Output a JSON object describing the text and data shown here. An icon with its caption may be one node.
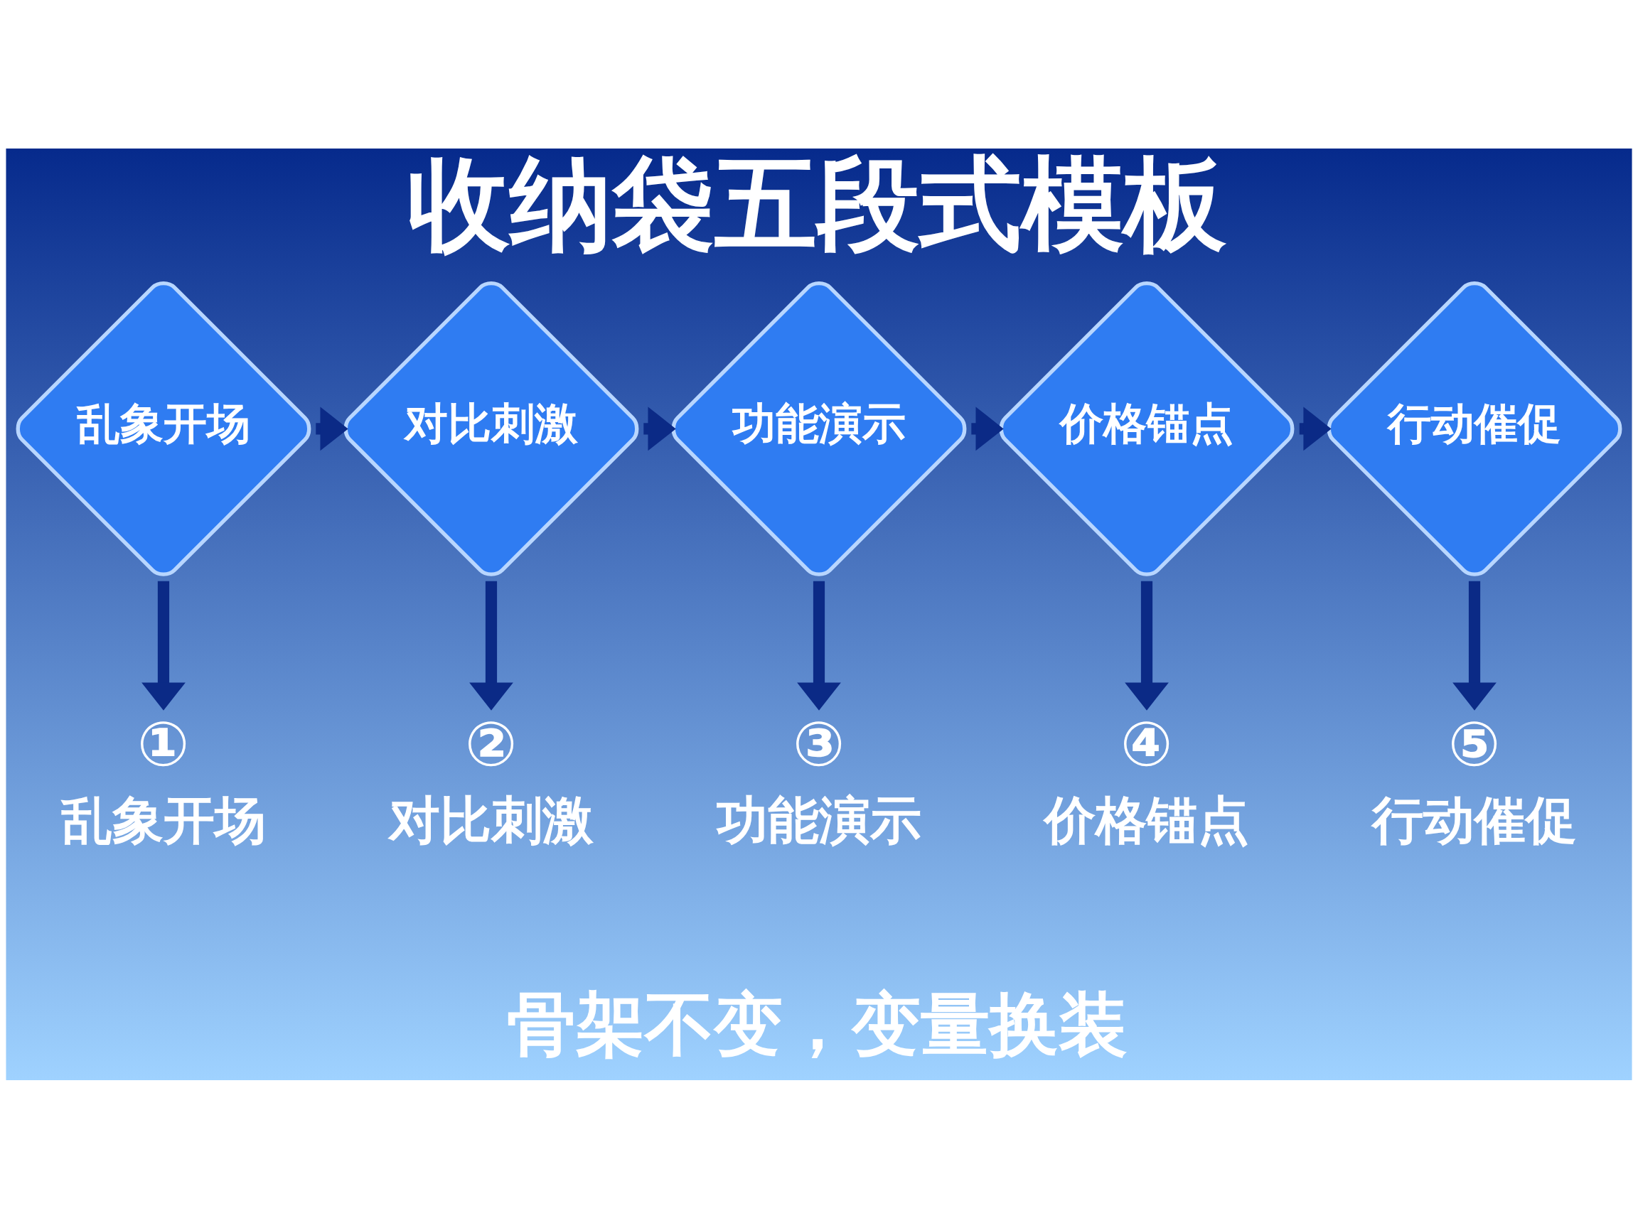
{
  "diagram": {
    "title": "收纳袋五段式模板",
    "caption": "骨架不变，变量换装",
    "nodes": [
      {
        "text": [
          "乱象开场"
        ]
      },
      {
        "text": [
          "对比刺激"
        ]
      },
      {
        "text": [
          "功能演示"
        ]
      },
      {
        "text": [
          "价格锚点"
        ]
      },
      {
        "text": [
          "行动催促"
        ]
      },
      {
        "text": [
          "①",
          "乱象开场"
        ]
      },
      {
        "text": [
          "②",
          "对比刺激"
        ]
      },
      {
        "text": [
          "③",
          "功能演示"
        ]
      },
      {
        "text": [
          "④",
          "价格锚点"
        ]
      },
      {
        "text": [
          "⑤",
          "行动催促"
        ]
      }
    ],
    "edges": [
      {
        "from": 0,
        "to": 1,
        "arrow": "to"
      },
      {
        "from": 1,
        "to": 2,
        "arrow": "to"
      },
      {
        "from": 2,
        "to": 3,
        "arrow": "to"
      },
      {
        "from": 3,
        "to": 4,
        "arrow": "to"
      },
      {
        "from": 0,
        "to": 5,
        "arrow": "to"
      },
      {
        "from": 1,
        "to": 6,
        "arrow": "to"
      },
      {
        "from": 2,
        "to": 7,
        "arrow": "to"
      },
      {
        "from": 3,
        "to": 8,
        "arrow": "to"
      },
      {
        "from": 4,
        "to": 9,
        "arrow": "to"
      }
    ]
  }
}
